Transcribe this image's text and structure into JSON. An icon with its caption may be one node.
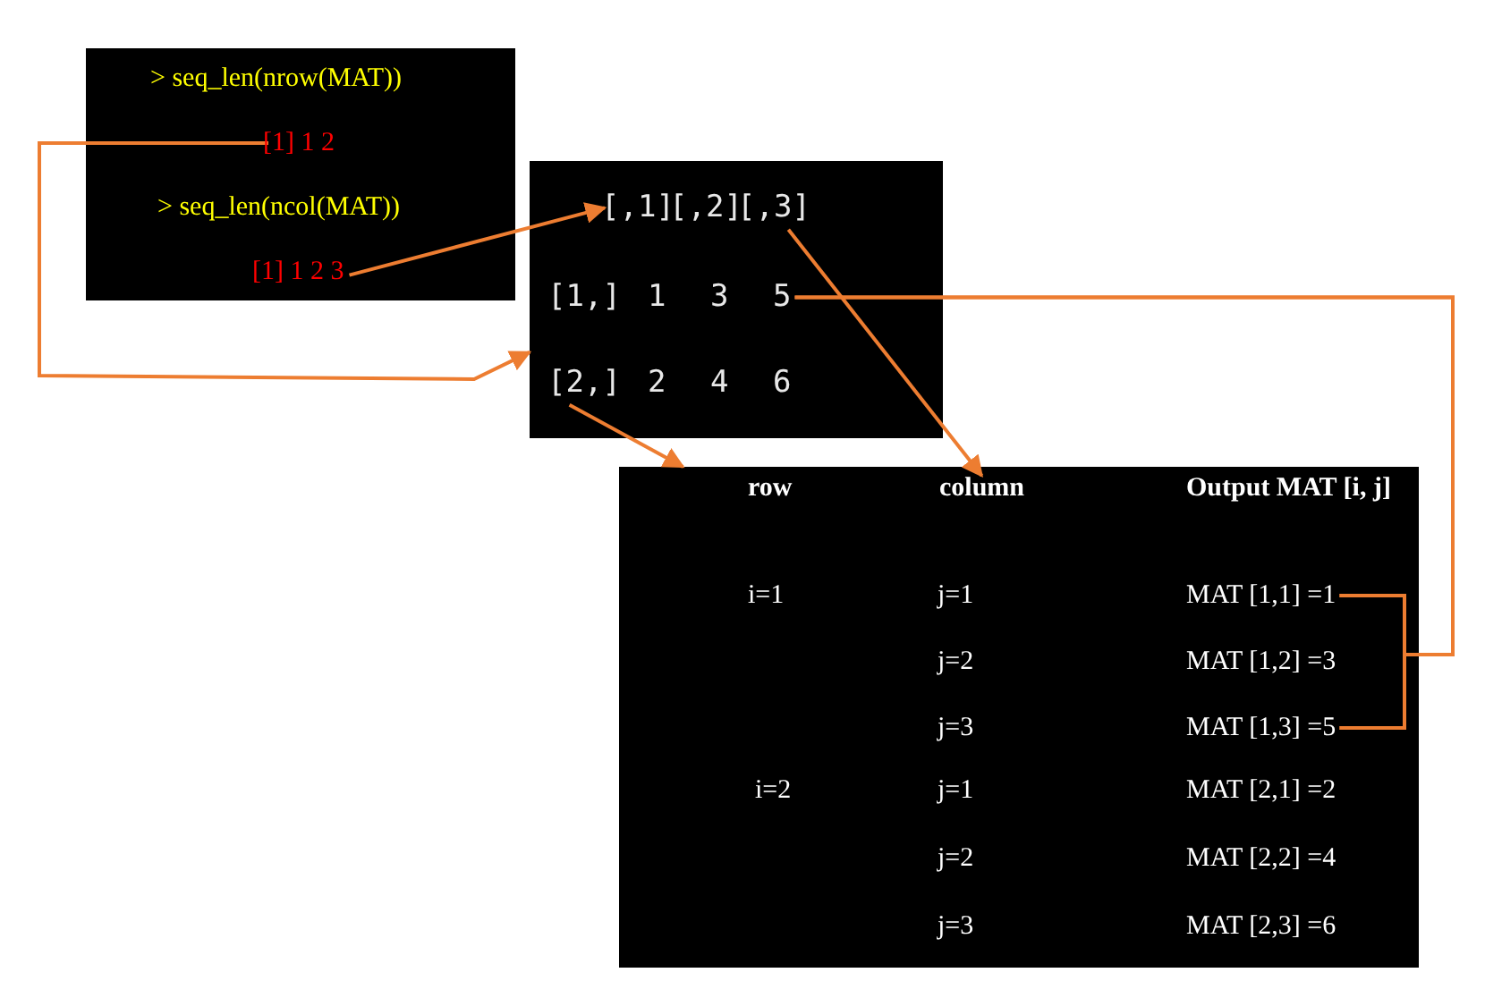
{
  "diagram": {
    "nodes": [
      {
        "text": [],
        "shape": "box"
      },
      {
        "text": [
          "> seq_len(nrow(MAT))"
        ],
        "in": 0
      },
      {
        "text": [
          "[1] 1 2"
        ],
        "in": 0
      },
      {
        "text": [
          "> seq_len(ncol(MAT))"
        ],
        "in": 0
      },
      {
        "text": [
          "[1] 1 2 3"
        ],
        "in": 0
      },
      {
        "text": [],
        "shape": "box"
      },
      {
        "text": [
          "[,1]"
        ],
        "in": 5
      },
      {
        "text": [
          "[,2]"
        ],
        "in": 5
      },
      {
        "text": [
          "[,3]"
        ],
        "in": 5
      },
      {
        "text": [
          "[1,]"
        ],
        "in": 5
      },
      {
        "text": [
          "1"
        ],
        "in": 5
      },
      {
        "text": [
          "3"
        ],
        "in": 5
      },
      {
        "text": [
          "5"
        ],
        "in": 5
      },
      {
        "text": [
          "[2,]"
        ],
        "in": 5
      },
      {
        "text": [
          "2"
        ],
        "in": 5
      },
      {
        "text": [
          "4"
        ],
        "in": 5
      },
      {
        "text": [
          "6"
        ],
        "in": 5
      },
      {
        "text": [],
        "shape": "box"
      },
      {
        "text": [
          "row"
        ],
        "in": 17
      },
      {
        "text": [
          "column"
        ],
        "in": 17
      },
      {
        "text": [
          "Output MAT [i, j]"
        ],
        "in": 17
      },
      {
        "text": [
          "i=1"
        ],
        "in": 17
      },
      {
        "text": [
          "j=1"
        ],
        "in": 17
      },
      {
        "text": [
          "MAT [1,1] =1"
        ],
        "in": 17
      },
      {
        "text": [
          "j=2"
        ],
        "in": 17
      },
      {
        "text": [
          "MAT [1,2] =3"
        ],
        "in": 17
      },
      {
        "text": [
          "j=3"
        ],
        "in": 17
      },
      {
        "text": [
          "MAT [1,3] =5"
        ],
        "in": 17
      },
      {
        "text": [
          "i=2"
        ],
        "in": 17
      },
      {
        "text": [
          "j=1"
        ],
        "in": 17
      },
      {
        "text": [
          "MAT [2,1] =2"
        ],
        "in": 17
      },
      {
        "text": [
          "j=2"
        ],
        "in": 17
      },
      {
        "text": [
          "MAT [2,2] =4"
        ],
        "in": 17
      },
      {
        "text": [
          "j=3"
        ],
        "in": 17
      },
      {
        "text": [
          "MAT [2,3] =6"
        ],
        "in": 17
      }
    ],
    "edges": [
      {
        "from": 2,
        "to": 5,
        "arrow": "to"
      },
      {
        "from": 4,
        "to": 6,
        "arrow": "to"
      },
      {
        "from": 13,
        "to": 17,
        "arrow": "to"
      },
      {
        "from": 8,
        "to": 19,
        "arrow": "to"
      },
      {
        "from": 12,
        "to": 23,
        "arrow": "none"
      },
      {
        "from": 12,
        "to": 27,
        "arrow": "none"
      }
    ]
  }
}
